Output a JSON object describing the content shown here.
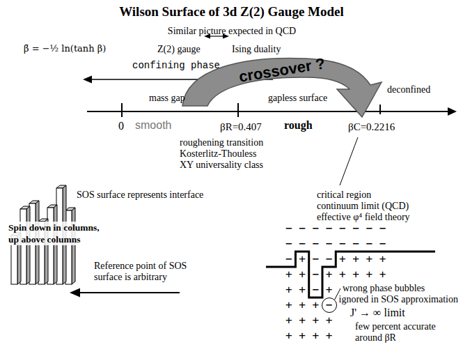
{
  "diagram": {
    "title": "Wilson Surface of 3d Z(2) Gauge Model",
    "nodes": [
      {
        "text": [
          "crossover ?"
        ]
      },
      {
        "text": [
          "−"
        ]
      }
    ],
    "labels": [
      "Similar picture expected in QCD",
      "β̄ = −½ ln(tanh β)",
      "Z(2) gauge",
      "Ising duality",
      "confining phase",
      "mass gap",
      "gapless surface",
      "deconfined",
      "0",
      "smooth",
      "βR=0.407",
      "rough",
      "βC=0.2216",
      "roughening transition",
      "Kosterlitz-Thouless",
      "XY universality class",
      "critical region",
      "continuum limit (QCD)",
      "effective φ⁴ field theory",
      "SOS surface represents interface",
      "Spin down in columns, up above columns",
      "Reference point of SOS surface is arbitrary",
      "− − − − − − − −",
      "− − − − − − − −",
      "− + − − + + + +",
      "+ + − + + + + +",
      "+ + − +",
      "+ + +",
      "+ + + +",
      "+ + + +",
      "wrong phase bubbles",
      "ignored in SOS approximation",
      "J' → ∞ limit",
      "few percent accurate",
      "around βR"
    ]
  }
}
